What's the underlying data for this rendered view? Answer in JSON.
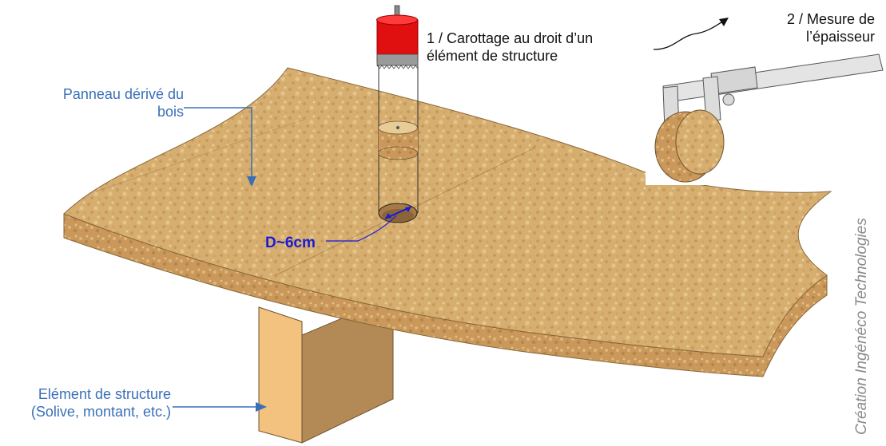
{
  "labels": {
    "panel": "Panneau dérivé du\nbois",
    "structure": "Elément de structure\n(Solive, montant, etc.)",
    "step1": "1 / Carottage au droit d’un\n     élément de structure",
    "step2": "2 / Mesure de\nl’épaisseur",
    "diameter": "D~6cm",
    "credit": "Création Ingénéco Technologies"
  },
  "colors": {
    "annotation_blue": "#3a6fb7",
    "diameter_blue": "#1a1ad6",
    "board_top": "#d9b377",
    "board_edge": "#c99c55",
    "joist_face": "#f2c27e",
    "joist_side": "#b38a55",
    "drill_red": "#e01010",
    "credit_gray": "#8a8a8a"
  },
  "icons": [
    "arrow-icon",
    "hole-saw-icon",
    "caliper-icon",
    "core-sample-icon"
  ]
}
